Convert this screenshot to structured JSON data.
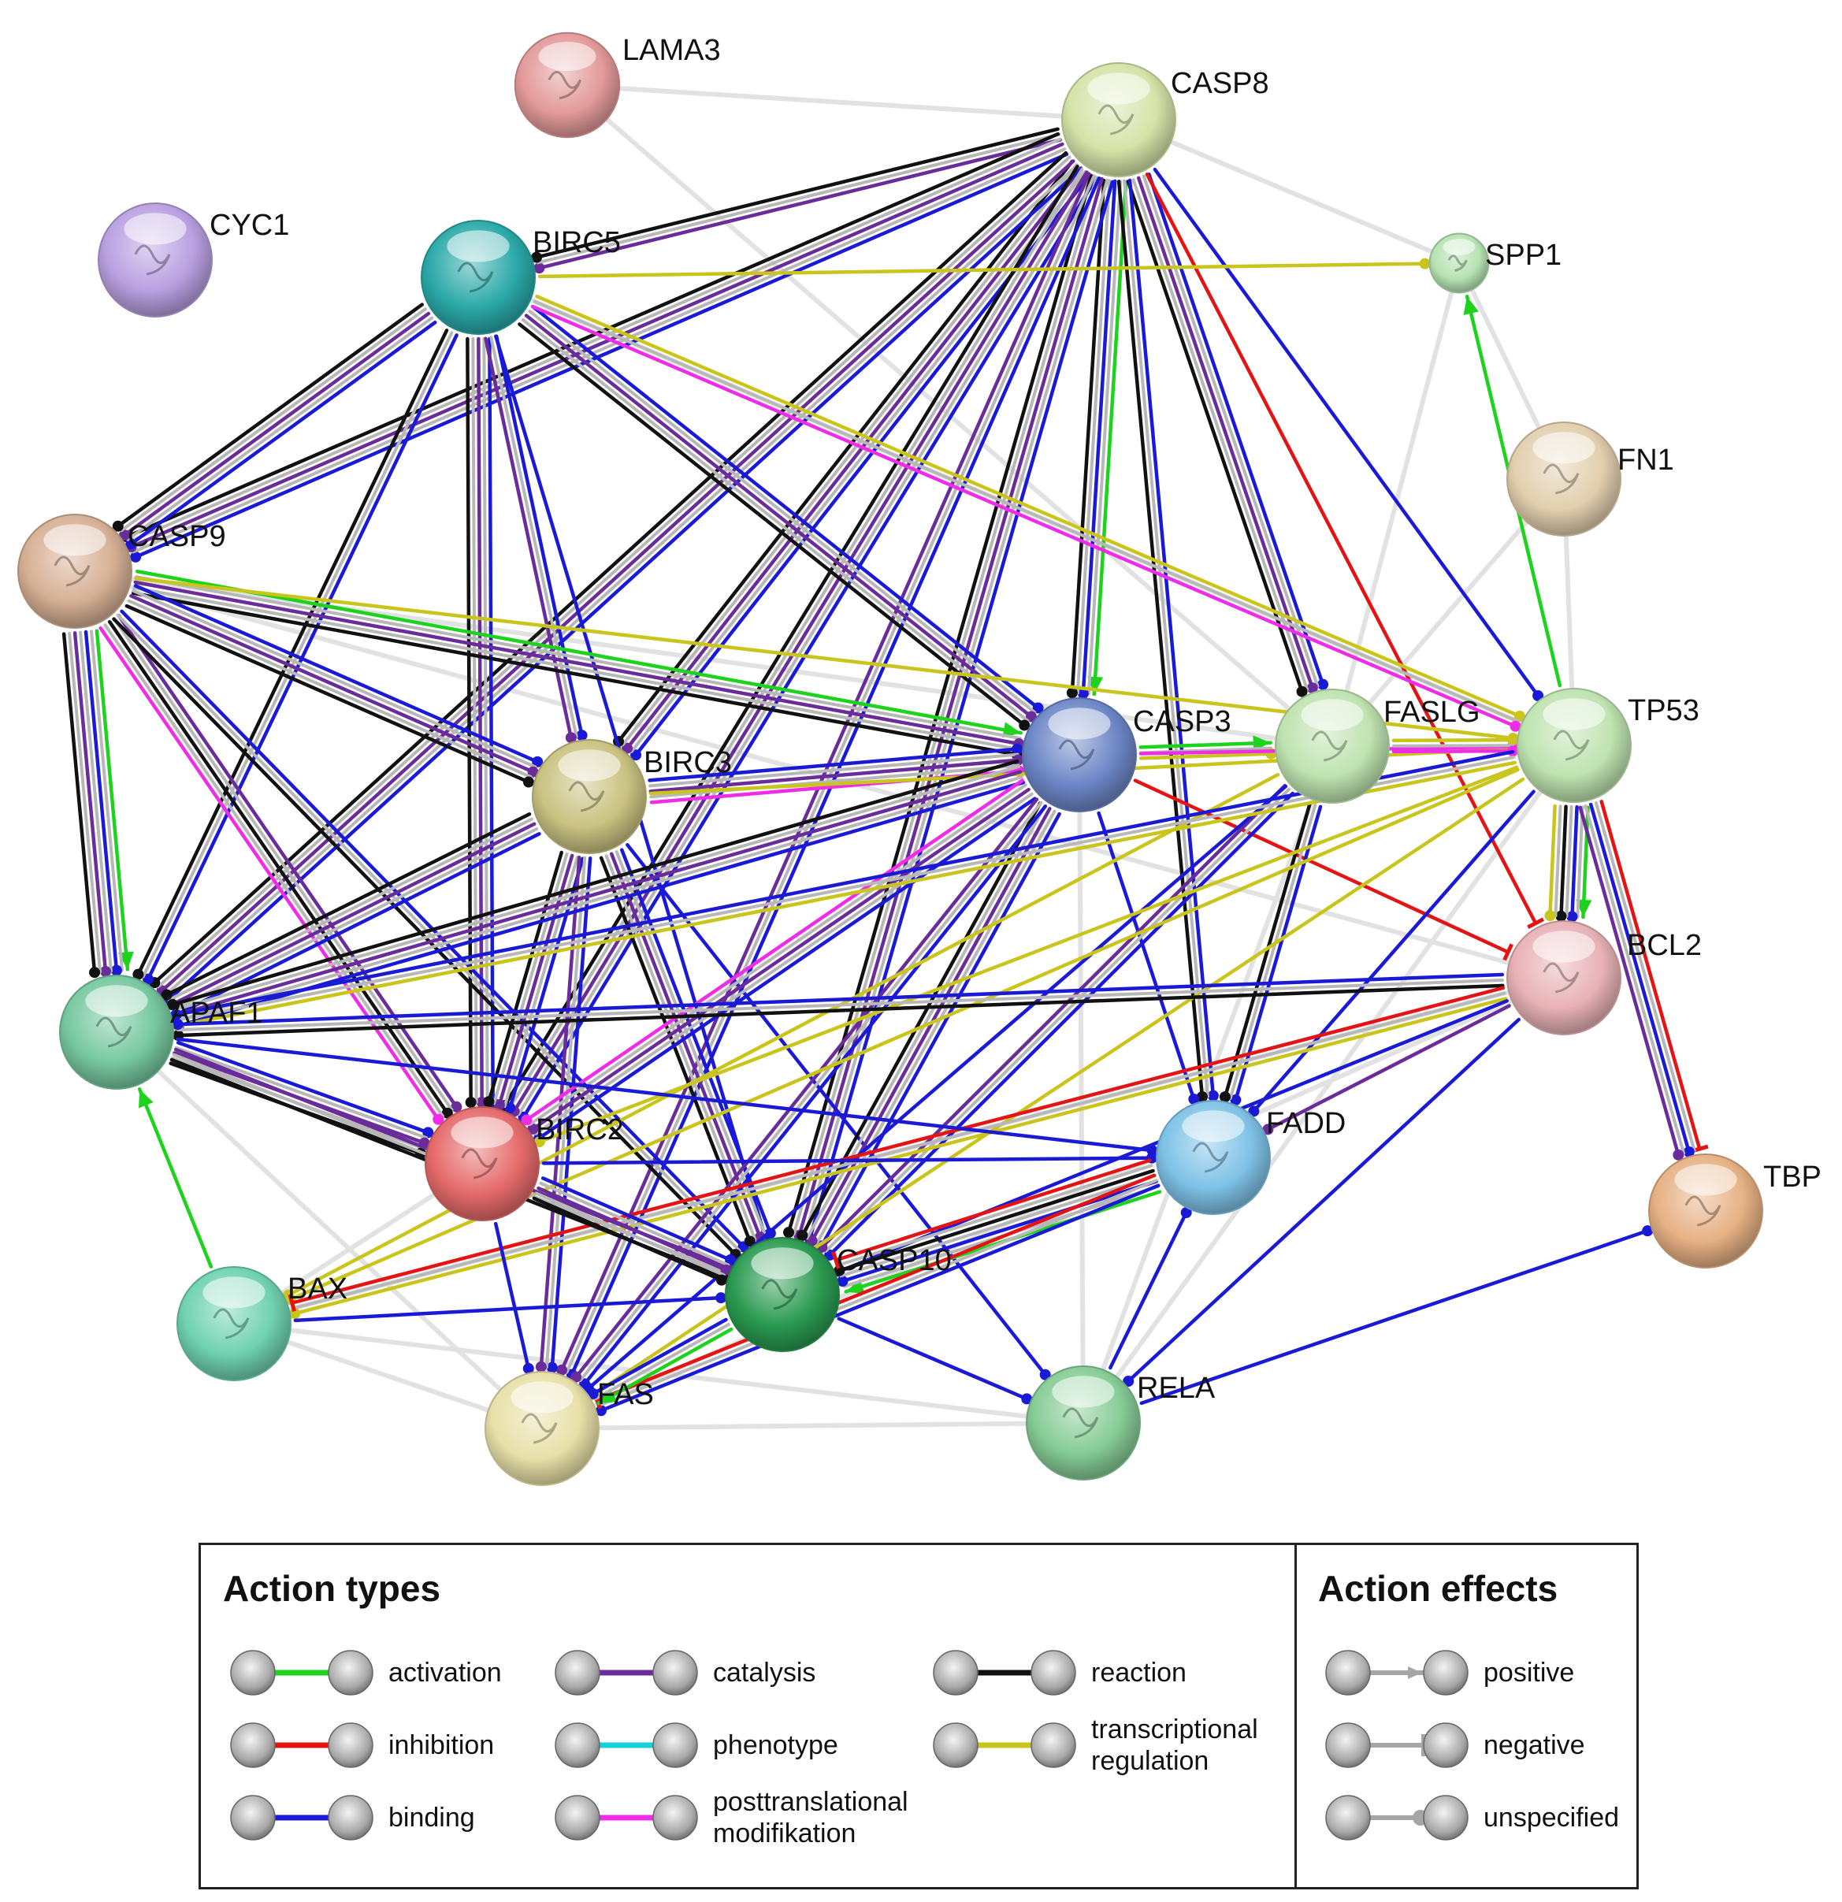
{
  "nodes": [
    {
      "id": "LAMA3",
      "label": "LAMA3",
      "color": "#e39a9a"
    },
    {
      "id": "CASP8",
      "label": "CASP8",
      "color": "#d5e3a8"
    },
    {
      "id": "CYC1",
      "label": "CYC1",
      "color": "#b9a0e0"
    },
    {
      "id": "BIRC5",
      "label": "BIRC5",
      "color": "#2aa9a8"
    },
    {
      "id": "SPP1",
      "label": "SPP1",
      "color": "#b6e3b2"
    },
    {
      "id": "FN1",
      "label": "FN1",
      "color": "#e2cfae"
    },
    {
      "id": "CASP9",
      "label": "CASP9",
      "color": "#d6b094"
    },
    {
      "id": "BIRC3",
      "label": "BIRC3",
      "color": "#c9c281"
    },
    {
      "id": "CASP3",
      "label": "CASP3",
      "color": "#6c86c6"
    },
    {
      "id": "FASLG",
      "label": "FASLG",
      "color": "#bfe3b0"
    },
    {
      "id": "TP53",
      "label": "TP53",
      "color": "#bfe3b0"
    },
    {
      "id": "BCL2",
      "label": "BCL2",
      "color": "#e8b2b6"
    },
    {
      "id": "APAF1",
      "label": "APAF1",
      "color": "#76c8a0"
    },
    {
      "id": "BIRC2",
      "label": "BIRC2",
      "color": "#e56a6a"
    },
    {
      "id": "FADD",
      "label": "FADD",
      "color": "#7ec2e6"
    },
    {
      "id": "TBP",
      "label": "TBP",
      "color": "#e6b184"
    },
    {
      "id": "BAX",
      "label": "BAX",
      "color": "#6fd2b0"
    },
    {
      "id": "CASP10",
      "label": "CASP10",
      "color": "#2a9a50"
    },
    {
      "id": "FAS",
      "label": "FAS",
      "color": "#e8e0a8"
    },
    {
      "id": "RELA",
      "label": "RELA",
      "color": "#86cc96"
    }
  ],
  "edges": [
    {
      "a": "CASP8",
      "b": "BIRC5",
      "types": [
        "catalysis",
        "reaction"
      ]
    },
    {
      "a": "CASP8",
      "b": "CASP9",
      "types": [
        "binding",
        "catalysis",
        "reaction"
      ]
    },
    {
      "a": "CASP8",
      "b": "BIRC3",
      "types": [
        "binding",
        "catalysis",
        "reaction"
      ]
    },
    {
      "a": "CASP8",
      "b": "CASP3",
      "types": [
        "activation",
        "binding",
        "reaction"
      ]
    },
    {
      "a": "CASP8",
      "b": "FASLG",
      "types": [
        "binding",
        "catalysis",
        "reaction"
      ]
    },
    {
      "a": "CASP8",
      "b": "APAF1",
      "types": [
        "binding",
        "catalysis",
        "reaction"
      ]
    },
    {
      "a": "CASP8",
      "b": "BIRC2",
      "types": [
        "binding",
        "catalysis",
        "reaction"
      ]
    },
    {
      "a": "CASP8",
      "b": "FADD",
      "types": [
        "binding",
        "reaction"
      ]
    },
    {
      "a": "CASP8",
      "b": "CASP10",
      "types": [
        "binding",
        "catalysis",
        "reaction"
      ]
    },
    {
      "a": "CASP8",
      "b": "FAS",
      "types": [
        "binding",
        "catalysis"
      ]
    },
    {
      "a": "CASP8",
      "b": "BCL2",
      "types": [
        "inhibition"
      ]
    },
    {
      "a": "CASP8",
      "b": "TP53",
      "types": [
        "binding"
      ]
    },
    {
      "a": "BIRC5",
      "b": "SPP1",
      "types": [
        "transcriptional"
      ]
    },
    {
      "a": "BIRC5",
      "b": "CASP9",
      "types": [
        "binding",
        "catalysis",
        "reaction"
      ]
    },
    {
      "a": "BIRC5",
      "b": "APAF1",
      "types": [
        "binding",
        "reaction"
      ]
    },
    {
      "a": "BIRC5",
      "b": "BIRC2",
      "types": [
        "binding",
        "catalysis",
        "reaction"
      ]
    },
    {
      "a": "BIRC5",
      "b": "BIRC3",
      "types": [
        "binding",
        "catalysis"
      ]
    },
    {
      "a": "BIRC5",
      "b": "CASP3",
      "types": [
        "binding",
        "catalysis",
        "reaction"
      ]
    },
    {
      "a": "BIRC5",
      "b": "TP53",
      "types": [
        "transcriptional",
        "posttranslational"
      ]
    },
    {
      "a": "BIRC5",
      "b": "CASP10",
      "types": [
        "binding"
      ]
    },
    {
      "a": "CASP9",
      "b": "CASP3",
      "types": [
        "activation",
        "catalysis",
        "reaction"
      ]
    },
    {
      "a": "CASP9",
      "b": "APAF1",
      "types": [
        "activation",
        "binding",
        "catalysis",
        "reaction"
      ]
    },
    {
      "a": "CASP9",
      "b": "BIRC3",
      "types": [
        "binding",
        "catalysis",
        "reaction"
      ]
    },
    {
      "a": "CASP9",
      "b": "BIRC2",
      "types": [
        "catalysis",
        "reaction",
        "posttranslational"
      ]
    },
    {
      "a": "CASP9",
      "b": "TP53",
      "types": [
        "transcriptional"
      ]
    },
    {
      "a": "CASP9",
      "b": "CASP10",
      "types": [
        "binding",
        "reaction"
      ]
    },
    {
      "a": "BIRC3",
      "b": "CASP3",
      "types": [
        "binding",
        "catalysis",
        "posttranslational"
      ]
    },
    {
      "a": "BIRC3",
      "b": "APAF1",
      "types": [
        "binding",
        "catalysis",
        "reaction"
      ]
    },
    {
      "a": "BIRC3",
      "b": "CASP10",
      "types": [
        "binding",
        "catalysis",
        "reaction"
      ]
    },
    {
      "a": "BIRC3",
      "b": "BIRC2",
      "types": [
        "binding",
        "catalysis",
        "reaction"
      ]
    },
    {
      "a": "BIRC3",
      "b": "FAS",
      "types": [
        "binding",
        "catalysis"
      ]
    },
    {
      "a": "BIRC3",
      "b": "TP53",
      "types": [
        "transcriptional"
      ]
    },
    {
      "a": "BIRC3",
      "b": "RELA",
      "types": [
        "binding"
      ]
    },
    {
      "a": "CASP3",
      "b": "FASLG",
      "types": [
        "activation",
        "transcriptional"
      ]
    },
    {
      "a": "CASP3",
      "b": "TP53",
      "types": [
        "posttranslational"
      ]
    },
    {
      "a": "CASP3",
      "b": "APAF1",
      "types": [
        "binding",
        "catalysis",
        "reaction"
      ]
    },
    {
      "a": "CASP3",
      "b": "BIRC2",
      "types": [
        "binding",
        "catalysis",
        "posttranslational"
      ]
    },
    {
      "a": "CASP3",
      "b": "CASP10",
      "types": [
        "binding",
        "catalysis",
        "reaction"
      ]
    },
    {
      "a": "CASP3",
      "b": "FADD",
      "types": [
        "binding"
      ]
    },
    {
      "a": "CASP3",
      "b": "FAS",
      "types": [
        "binding",
        "catalysis"
      ]
    },
    {
      "a": "CASP3",
      "b": "BCL2",
      "types": [
        "inhibition"
      ]
    },
    {
      "a": "FASLG",
      "b": "TP53",
      "types": [
        "transcriptional",
        "posttranslational"
      ]
    },
    {
      "a": "FASLG",
      "b": "FADD",
      "types": [
        "binding",
        "reaction"
      ]
    },
    {
      "a": "FASLG",
      "b": "CASP10",
      "types": [
        "binding",
        "catalysis"
      ]
    },
    {
      "a": "FASLG",
      "b": "FAS",
      "types": [
        "binding"
      ]
    },
    {
      "a": "FASLG",
      "b": "BAX",
      "types": [
        "transcriptional"
      ]
    },
    {
      "a": "TP53",
      "b": "BCL2",
      "types": [
        "activation",
        "binding",
        "reaction",
        "transcriptional"
      ]
    },
    {
      "a": "TP53",
      "b": "TBP",
      "types": [
        "inhibition",
        "binding",
        "catalysis"
      ]
    },
    {
      "a": "TP53",
      "b": "APAF1",
      "types": [
        "transcriptional",
        "binding"
      ]
    },
    {
      "a": "TP53",
      "b": "BAX",
      "types": [
        "transcriptional"
      ]
    },
    {
      "a": "TP53",
      "b": "FAS",
      "types": [
        "transcriptional"
      ]
    },
    {
      "a": "TP53",
      "b": "FADD",
      "types": [
        "binding"
      ]
    },
    {
      "a": "TP53",
      "b": "BIRC2",
      "types": [
        "transcriptional"
      ]
    },
    {
      "a": "TP53",
      "b": "SPP1",
      "types": [
        "activation"
      ]
    },
    {
      "a": "BCL2",
      "b": "APAF1",
      "types": [
        "reaction",
        "binding"
      ]
    },
    {
      "a": "BCL2",
      "b": "BAX",
      "types": [
        "transcriptional",
        "inhibition"
      ]
    },
    {
      "a": "BCL2",
      "b": "CASP10",
      "types": [
        "binding"
      ]
    },
    {
      "a": "BCL2",
      "b": "RELA",
      "types": [
        "binding"
      ]
    },
    {
      "a": "BCL2",
      "b": "FADD",
      "types": [
        "catalysis"
      ]
    },
    {
      "a": "APAF1",
      "b": "BIRC2",
      "types": [
        "binding",
        "catalysis",
        "reaction"
      ]
    },
    {
      "a": "APAF1",
      "b": "CASP10",
      "types": [
        "catalysis",
        "reaction"
      ]
    },
    {
      "a": "APAF1",
      "b": "FADD",
      "types": [
        "binding"
      ]
    },
    {
      "a": "BIRC2",
      "b": "CASP10",
      "types": [
        "binding",
        "catalysis",
        "reaction"
      ]
    },
    {
      "a": "BIRC2",
      "b": "FADD",
      "types": [
        "binding"
      ]
    },
    {
      "a": "BIRC2",
      "b": "FAS",
      "types": [
        "binding"
      ]
    },
    {
      "a": "FADD",
      "b": "CASP10",
      "types": [
        "activation",
        "binding",
        "reaction",
        "inhibition"
      ]
    },
    {
      "a": "FADD",
      "b": "FAS",
      "types": [
        "binding",
        "inhibition"
      ]
    },
    {
      "a": "CASP10",
      "b": "FAS",
      "types": [
        "activation",
        "binding"
      ]
    },
    {
      "a": "CASP10",
      "b": "RELA",
      "types": [
        "binding"
      ]
    },
    {
      "a": "RELA",
      "b": "TBP",
      "types": [
        "binding"
      ]
    },
    {
      "a": "RELA",
      "b": "FADD",
      "types": [
        "binding"
      ]
    },
    {
      "a": "BAX",
      "b": "APAF1",
      "types": [
        "activation"
      ]
    },
    {
      "a": "BAX",
      "b": "CASP10",
      "types": [
        "binding"
      ]
    }
  ],
  "faint_edges": [
    [
      "LAMA3",
      "CASP8"
    ],
    [
      "LAMA3",
      "FASLG"
    ],
    [
      "CASP8",
      "SPP1"
    ],
    [
      "SPP1",
      "FN1"
    ],
    [
      "FN1",
      "TP53"
    ],
    [
      "SPP1",
      "FASLG"
    ],
    [
      "FN1",
      "FASLG"
    ],
    [
      "CASP9",
      "FASLG"
    ],
    [
      "BAX",
      "RELA"
    ],
    [
      "FAS",
      "RELA"
    ],
    [
      "BAX",
      "FAS"
    ],
    [
      "BAX",
      "BIRC2"
    ],
    [
      "APAF1",
      "FAS"
    ],
    [
      "RELA",
      "FASLG"
    ],
    [
      "CASP3",
      "RELA"
    ],
    [
      "BIRC5",
      "TP53"
    ],
    [
      "CASP9",
      "BCL2"
    ],
    [
      "BAX",
      "BCL2"
    ],
    [
      "RELA",
      "TP53"
    ],
    [
      "FAS",
      "BCL2"
    ]
  ],
  "edge_colors": {
    "activation": "#1ed31e",
    "inhibition": "#e51414",
    "binding": "#1a1ad6",
    "catalysis": "#6a2c9a",
    "phenotype": "#12d2d8",
    "posttranslational": "#ef2ce8",
    "reaction": "#111111",
    "transcriptional": "#c9c51c",
    "neutral": "#b8b8b8"
  },
  "legend": {
    "action_types_title": "Action types",
    "action_effects_title": "Action effects",
    "types": [
      {
        "key": "activation",
        "label": "activation",
        "color": "#1ed31e"
      },
      {
        "key": "inhibition",
        "label": "inhibition",
        "color": "#e51414"
      },
      {
        "key": "binding",
        "label": "binding",
        "color": "#1a1ad6"
      },
      {
        "key": "catalysis",
        "label": "catalysis",
        "color": "#6a2c9a"
      },
      {
        "key": "phenotype",
        "label": "phenotype",
        "color": "#12d2d8"
      },
      {
        "key": "posttranslational",
        "label": "posttranslational\nmodifikation",
        "color": "#ef2ce8"
      },
      {
        "key": "reaction",
        "label": "reaction",
        "color": "#111111"
      },
      {
        "key": "transcriptional",
        "label": "transcriptional\nregulation",
        "color": "#c9c51c"
      }
    ],
    "effects": [
      {
        "key": "positive",
        "label": "positive",
        "shape": "arrow"
      },
      {
        "key": "negative",
        "label": "negative",
        "shape": "bar"
      },
      {
        "key": "unspecified",
        "label": "unspecified",
        "shape": "dot"
      }
    ]
  }
}
